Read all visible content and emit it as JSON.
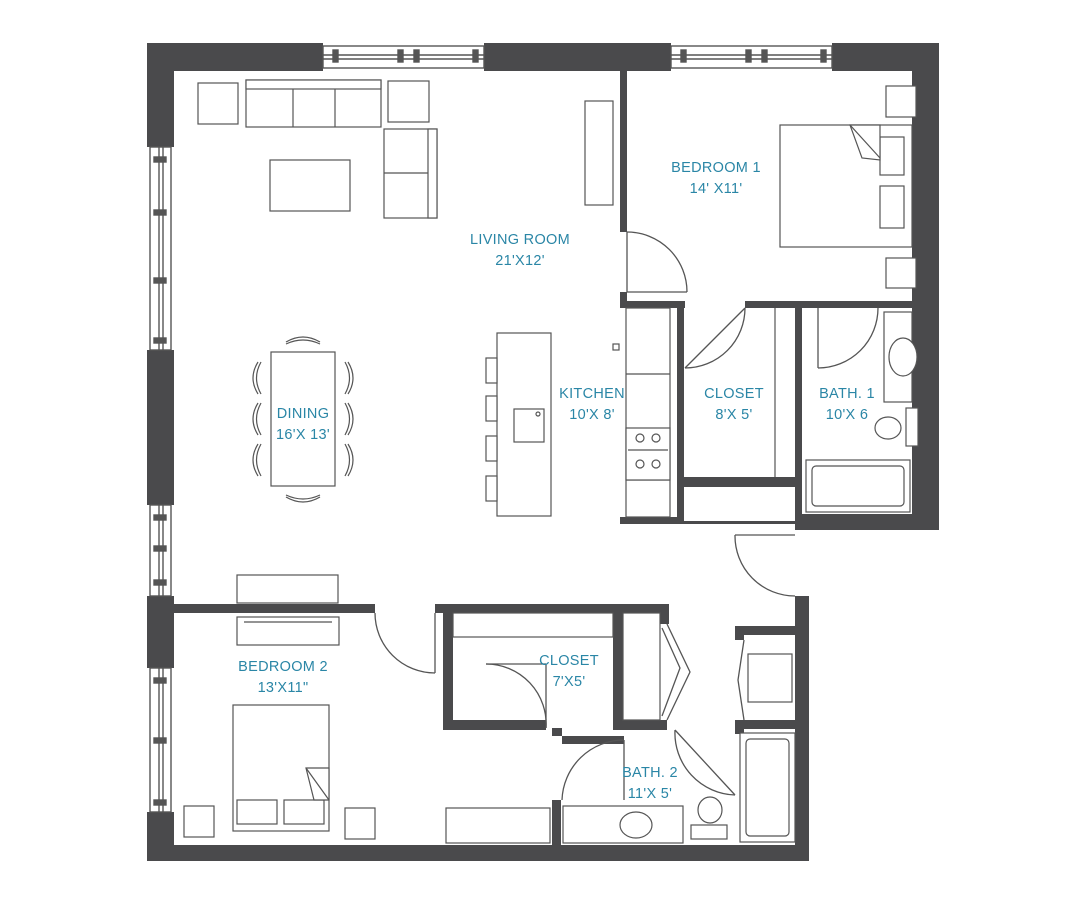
{
  "rooms": {
    "living": {
      "name": "LIVING ROOM",
      "size": "21'X12'"
    },
    "bedroom1": {
      "name": "BEDROOM 1",
      "size": "14' X11'"
    },
    "dining": {
      "name": "DINING",
      "size": "16'X 13'"
    },
    "kitchen": {
      "name": "KITCHEN",
      "size": "10'X 8'"
    },
    "closet1": {
      "name": "CLOSET",
      "size": "8'X 5'"
    },
    "bath1": {
      "name": "BATH. 1",
      "size": "10'X 6"
    },
    "bedroom2": {
      "name": "BEDROOM 2",
      "size": "13'X11\""
    },
    "closet2": {
      "name": "CLOSET",
      "size": "7'X5'"
    },
    "bath2": {
      "name": "BATH. 2",
      "size": "11'X 5'"
    }
  },
  "colors": {
    "wall": "#4a4a4c",
    "line": "#555555",
    "label": "#2a86a6",
    "background": "#ffffff"
  }
}
